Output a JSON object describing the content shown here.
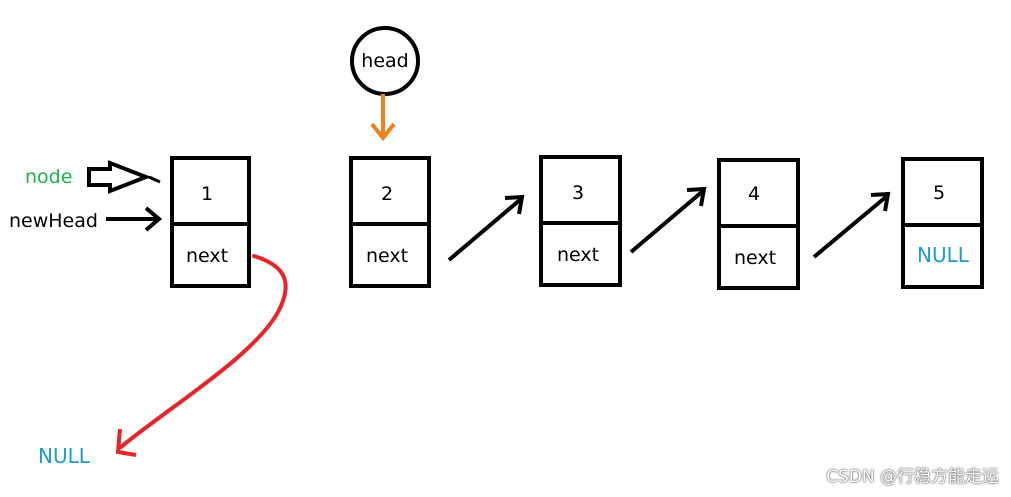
{
  "colors": {
    "node_label": "#22b14c",
    "null_label": "#1e9ad6",
    "head_arrow": "#f07f1f",
    "reversed_link": "#e8232a",
    "stroke": "#000000"
  },
  "nodes": [
    {
      "value": "1",
      "pointer": "next"
    },
    {
      "value": "2",
      "pointer": "next"
    },
    {
      "value": "3",
      "pointer": "next"
    },
    {
      "value": "4",
      "pointer": "next"
    },
    {
      "value": "5",
      "pointer": "NULL"
    }
  ],
  "labels": {
    "head": "head",
    "node": "node",
    "new_head": "newHead",
    "null_target": "NULL"
  },
  "watermark": "CSDN @行稳方能走远"
}
